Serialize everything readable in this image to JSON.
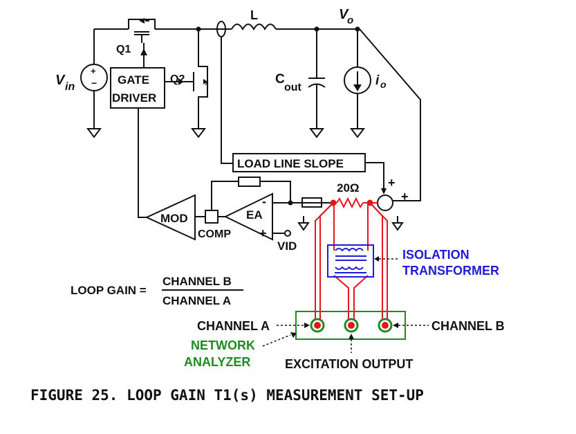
{
  "labels": {
    "q1": "Q1",
    "q2": "Q2",
    "vin_main": "V",
    "vin_sub": "in",
    "gate_driver_line1": "GATE",
    "gate_driver_line2": "DRIVER",
    "inductor": "L",
    "vo_main": "V",
    "vo_sub": "o",
    "cout_main": "C",
    "cout_sub": "out",
    "io_main": "i",
    "io_sub": "o",
    "load_line_slope": "LOAD LINE SLOPE",
    "resistor": "20Ω",
    "ea": "EA",
    "mod": "MOD",
    "comp": "COMP",
    "vid": "VID",
    "plus": "+",
    "minus": "-",
    "isolation_line1": "ISOLATION",
    "isolation_line2": "TRANSFORMER",
    "loop_gain_lhs": "LOOP GAIN =",
    "loop_gain_num": "CHANNEL B",
    "loop_gain_den": "CHANNEL A",
    "channel_a": "CHANNEL A",
    "channel_b": "CHANNEL B",
    "network_line1": "NETWORK",
    "network_line2": "ANALYZER",
    "excitation": "EXCITATION OUTPUT",
    "figure_caption": "FIGURE 25. LOOP GAIN T1(s) MEASUREMENT SET-UP"
  },
  "colors": {
    "wire": "#111111",
    "injection": "#e8141d",
    "transformer": "#1f1ad6",
    "analyzer": "#1f8a1f"
  }
}
